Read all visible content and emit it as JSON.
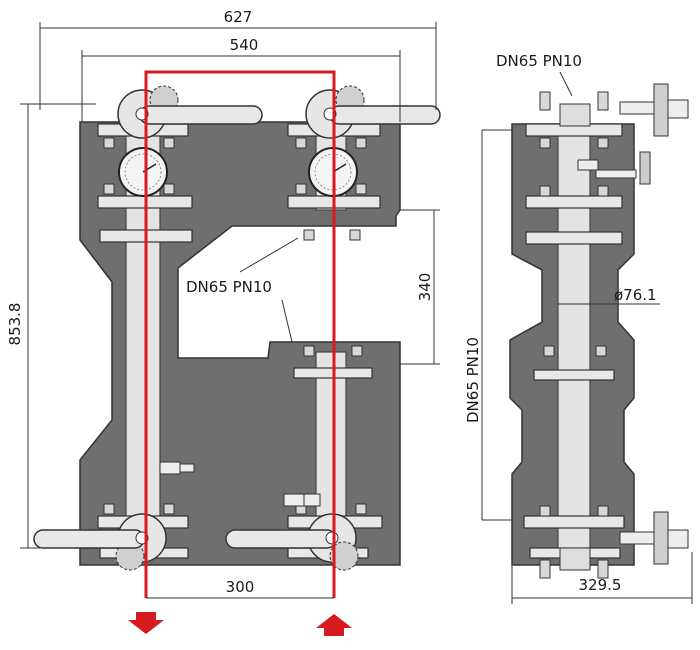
{
  "dimensions": {
    "overall_width": "627",
    "flange_width": "540",
    "overall_height": "853.8",
    "gap_height": "340",
    "pipe_spacing": "300",
    "side_width": "329.5",
    "pipe_diameter": "ø76.1"
  },
  "labels": {
    "front_pipe_spec": "DN65 PN10",
    "side_top_spec": "DN65 PN10",
    "side_vertical_spec": "DN65 PN10"
  },
  "colors": {
    "body": "#6f6f6f",
    "flow_line": "#d71920",
    "outline": "#333333"
  },
  "icons": {
    "flow_out": "arrow-down-icon",
    "flow_in": "arrow-up-icon"
  }
}
